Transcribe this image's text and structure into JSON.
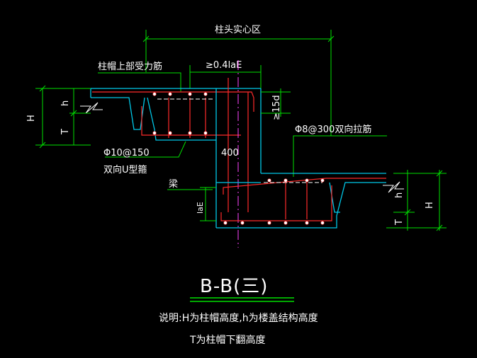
{
  "labels": {
    "solid_zone": "柱头实心区",
    "anchor_len": "≥0.4laE",
    "cap_top_rebar": "柱帽上部受力筋",
    "hook_15d": "≥15d",
    "tie_bars": "Φ8@300双向拉筋",
    "u_stirrup_spec": "Φ10@150",
    "u_stirrup_desc": "双向U型箍",
    "column_width": "400",
    "beam": "梁",
    "lae": "laE",
    "H_left": "H",
    "h_left": "h",
    "T_left": "T",
    "H_right": "H",
    "h_right": "h",
    "T_right": "T"
  },
  "title": "B-B(三)",
  "notes": {
    "line1": "说明:H为柱帽高度,h为楼盖结构高度",
    "line2": "T为柱帽下翻高度"
  },
  "colors": {
    "dimension": "#00e000",
    "outline": "#00c8e8",
    "rebar": "#ff2a2a",
    "text": "#ffffff",
    "background": "#000000"
  }
}
